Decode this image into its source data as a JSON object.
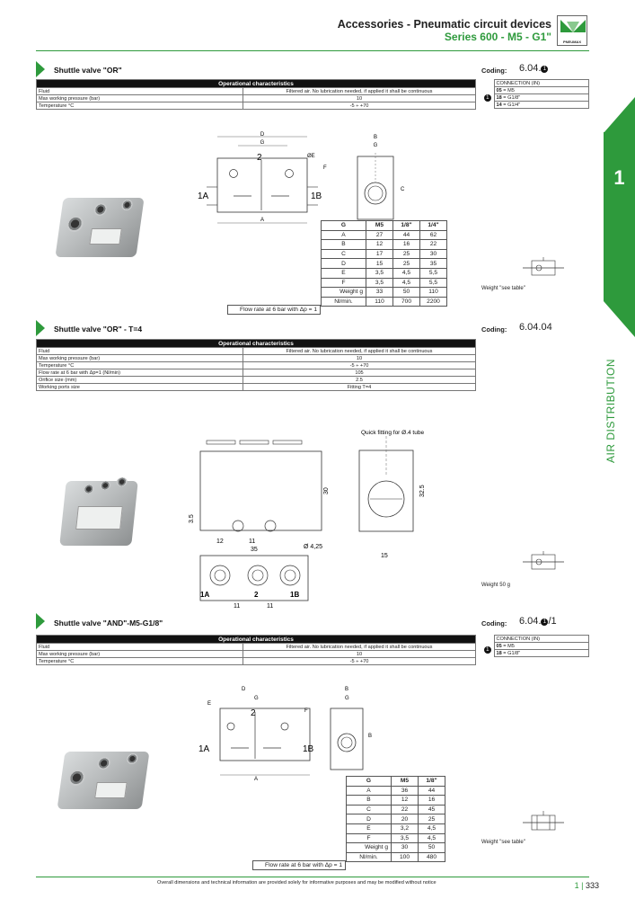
{
  "header": {
    "title": "Accessories - Pneumatic circuit devices",
    "subtitle": "Series 600 - M5 - G1\"",
    "logo_text": "PNEUMAX"
  },
  "side_tab": {
    "number": "1",
    "label": "AIR DISTRIBUTION"
  },
  "coding_label": "Coding:",
  "sections": [
    {
      "title": "Shuttle valve \"OR\"",
      "coding": "6.04.",
      "coding_suffix": "",
      "op_header": "Operational characteristics",
      "op_rows": [
        [
          "Fluid",
          "Filtered air. No lubrication needed, if applied it shall be continuous"
        ],
        [
          "Max working pressure (bar)",
          "10"
        ],
        [
          "Temperature °C",
          "-5 ÷ +70"
        ]
      ],
      "connection": {
        "header": "CONNECTION (IN)",
        "rows": [
          [
            "05",
            "M5"
          ],
          [
            "18",
            "G1/8\""
          ],
          [
            "14",
            "G1/4\""
          ]
        ]
      },
      "dim_table": {
        "columns": [
          "G",
          "M5",
          "1/8\"",
          "1/4\""
        ],
        "rows": [
          [
            "A",
            "27",
            "44",
            "62"
          ],
          [
            "B",
            "12",
            "16",
            "22"
          ],
          [
            "C",
            "17",
            "25",
            "30"
          ],
          [
            "D",
            "15",
            "25",
            "35"
          ],
          [
            "E",
            "3,5",
            "4,5",
            "5,5"
          ],
          [
            "F",
            "3,5",
            "4,5",
            "5,5"
          ],
          [
            "Weight g",
            "33",
            "50",
            "110"
          ],
          [
            "Nl/min.",
            "110",
            "700",
            "2200"
          ]
        ],
        "flow_label": "Flow rate at 6 bar with Δp = 1"
      },
      "drawing": {
        "dims": [
          "D",
          "G",
          "ØE",
          "F",
          "B",
          "G",
          "C",
          "A"
        ],
        "ports": [
          "2",
          "1A",
          "1B"
        ]
      },
      "weight_note": "Weight \"see table\""
    },
    {
      "title": "Shuttle valve \"OR\" - T=4",
      "coding": "6.04.04",
      "op_header": "Operational characteristics",
      "op_rows": [
        [
          "Fluid",
          "Filtered air. No lubrication needed, if applied it shall be continuous"
        ],
        [
          "Max working pressure (bar)",
          "10"
        ],
        [
          "Temperature °C",
          "-5 ÷ +70"
        ],
        [
          "Flow rate at 6 bar with Δp=1 (Nl/min)",
          "105"
        ],
        [
          "Orifice size (mm)",
          "2.5"
        ],
        [
          "Working ports size",
          "Fitting T=4"
        ]
      ],
      "drawing": {
        "fitting_label": "Quick fitting for Ø.4 tube",
        "dims": [
          "30",
          "32.5",
          "3.5",
          "12",
          "11",
          "35",
          "Ø 4,25",
          "15",
          "11",
          "11"
        ],
        "ports": [
          "1A",
          "2",
          "1B"
        ]
      },
      "weight_note": "Weight 50 g"
    },
    {
      "title": "Shuttle valve \"AND\"-M5-G1/8\"",
      "coding": "6.04.",
      "coding_suffix": "/1",
      "op_header": "Operational characteristics",
      "op_rows": [
        [
          "Fluid",
          "Filtered air. No lubrication needed, if applied it shall be continuous"
        ],
        [
          "Max working pressure (bar)",
          "10"
        ],
        [
          "Temperature °C",
          "-5 ÷ +70"
        ]
      ],
      "connection": {
        "header": "CONNECTION (IN)",
        "rows": [
          [
            "05",
            "M5"
          ],
          [
            "18",
            "G1/8\""
          ]
        ]
      },
      "dim_table": {
        "columns": [
          "G",
          "M5",
          "1/8\""
        ],
        "rows": [
          [
            "A",
            "36",
            "44"
          ],
          [
            "B",
            "12",
            "16"
          ],
          [
            "C",
            "22",
            "45"
          ],
          [
            "D",
            "20",
            "25"
          ],
          [
            "E",
            "3,2",
            "4,5"
          ],
          [
            "F",
            "3,5",
            "4,5"
          ],
          [
            "Weight g",
            "30",
            "50"
          ],
          [
            "Nl/min.",
            "100",
            "480"
          ]
        ],
        "flow_label": "Flow rate at 6 bar with Δp = 1"
      },
      "drawing": {
        "dims": [
          "E",
          "D",
          "G",
          "F",
          "B",
          "G",
          "B",
          "A"
        ],
        "ports": [
          "2",
          "1A",
          "1B"
        ]
      },
      "weight_note": "Weight \"see table\""
    }
  ],
  "footer": {
    "note": "Overall dimensions and technical information are provided solely for informative purposes and may be modified without notice",
    "chapter": "1",
    "page": "333"
  },
  "bullet": "1",
  "colors": {
    "accent": "#2e9a3c",
    "header_bg": "#111111"
  }
}
